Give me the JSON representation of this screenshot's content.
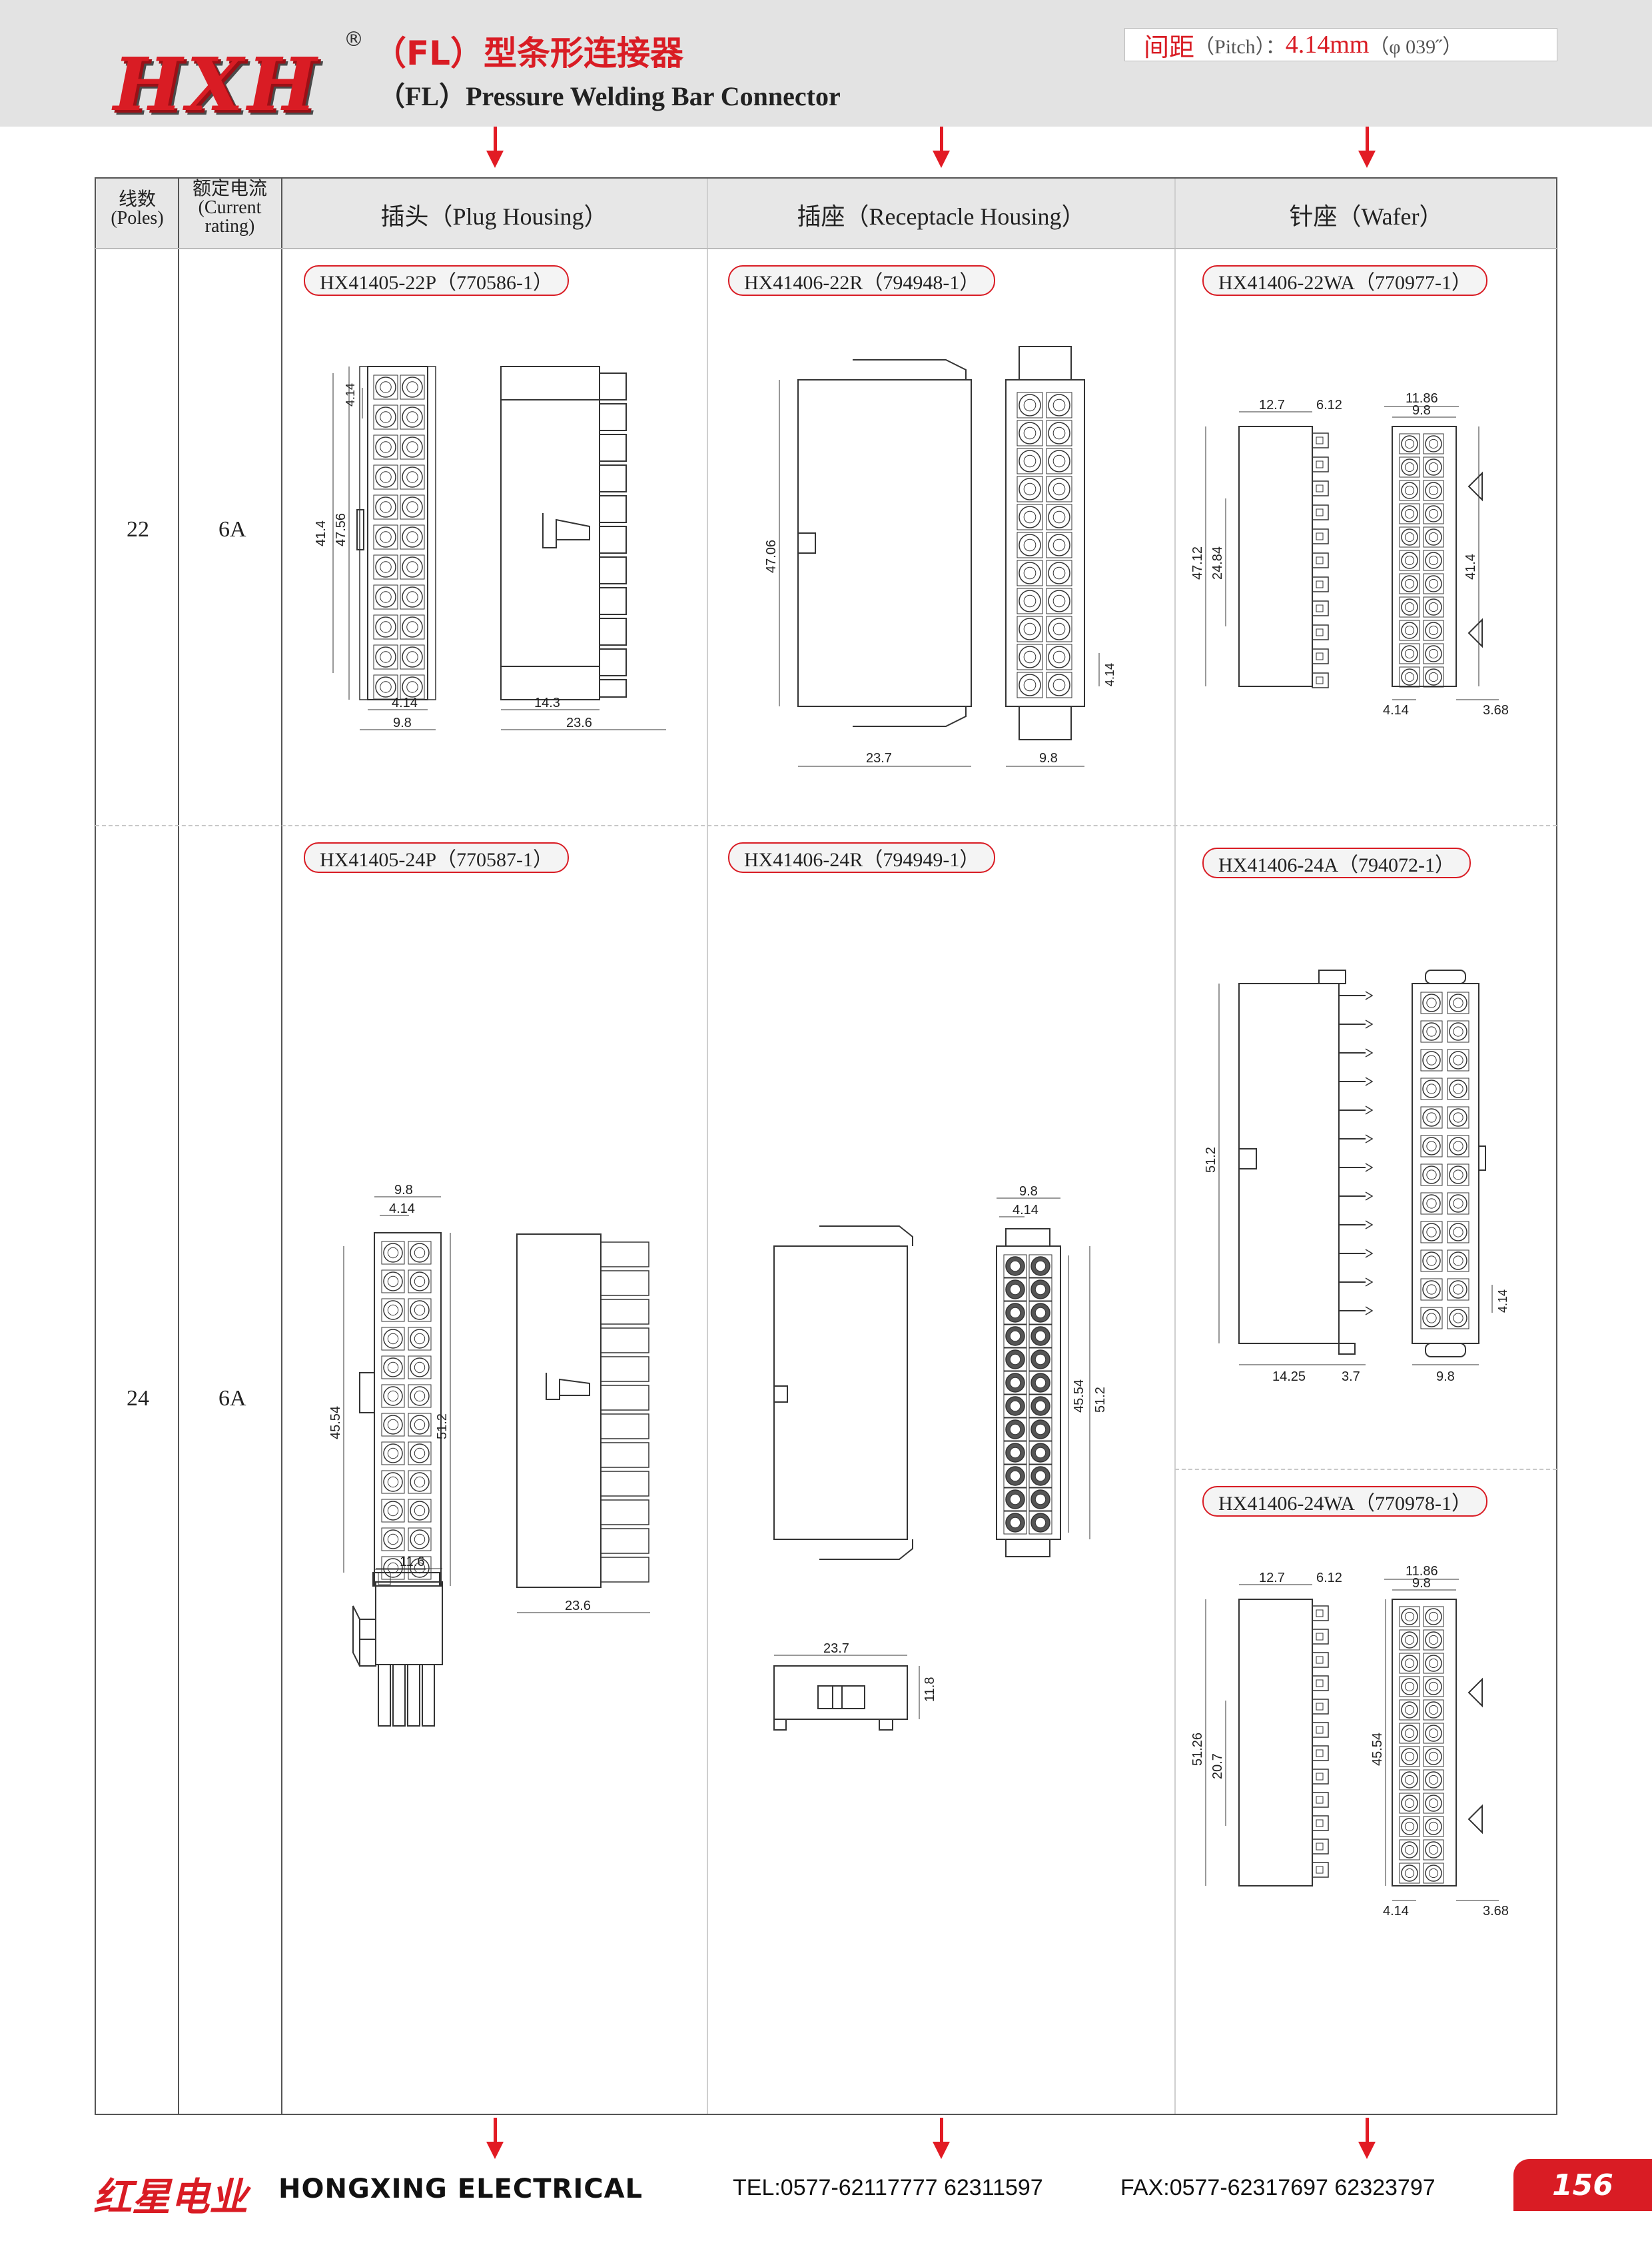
{
  "header": {
    "brand": "HXH",
    "registered": "®",
    "title_cn": "（FL）型条形连接器",
    "title_en": "（FL）Pressure Welding Bar Connector",
    "pitch_label_cn": "间距",
    "pitch_label_en": "（Pitch）：",
    "pitch_value": "4.14mm",
    "pitch_inch": "（φ 039˝）"
  },
  "table": {
    "headers": {
      "poles_cn": "线数",
      "poles_en": "(Poles)",
      "current_cn": "额定电流",
      "current_en_1": "(Current",
      "current_en_2": "rating)",
      "plug": "插头（Plug Housing）",
      "receptacle": "插座（Receptacle Housing）",
      "wafer": "针座（Wafer）"
    },
    "rows": [
      {
        "poles": "22",
        "current": "6A",
        "plug_pn": "HX41405-22P（770586-1）",
        "receptacle_pn": "HX41406-22R（794948-1）",
        "wafer_pn": "HX41406-22WA（770977-1）"
      },
      {
        "poles": "24",
        "current": "6A",
        "plug_pn": "HX41405-24P（770587-1）",
        "receptacle_pn": "HX41406-24R（794949-1）",
        "wafer_pn": "HX41406-24A（794072-1）",
        "wafer_pn_2": "HX41406-24WA（770978-1）"
      }
    ]
  },
  "dims": {
    "p22": {
      "pitch": "4.14",
      "h1": "41.4",
      "h2": "47.56",
      "w1": "4.14",
      "w2": "9.8",
      "s1": "14.3",
      "s2": "23.6"
    },
    "r22": {
      "h": "47.06",
      "w1": "23.7",
      "w2": "9.8",
      "p": "4.14"
    },
    "w22": {
      "a": "12.7",
      "b": "6.12",
      "c": "11.86",
      "d": "9.8",
      "h1": "47.12",
      "h2": "24.84",
      "h3": "41.4",
      "e": "4.14",
      "f": "3.68"
    },
    "p24": {
      "w2": "9.8",
      "w1": "4.14",
      "h1": "45.54",
      "h2": "51.2",
      "s2": "23.6",
      "bot": "11.6"
    },
    "r24": {
      "w2": "9.8",
      "w1": "4.14",
      "h1": "45.54",
      "h2": "51.2",
      "bw": "23.7",
      "bh": "11.8"
    },
    "a24": {
      "h": "51.2",
      "a": "14.25",
      "b": "3.7",
      "c": "9.8",
      "p": "4.14"
    },
    "w24": {
      "a": "12.7",
      "b": "6.12",
      "c": "11.86",
      "d": "9.8",
      "h1": "51.26",
      "h2": "20.7",
      "h3": "45.54",
      "e": "4.14",
      "f": "3.68"
    }
  },
  "footer": {
    "company_cn": "红星电业",
    "company_en": "HONGXING ELECTRICAL",
    "tel": "TEL:0577-62117777   62311597",
    "fax": "FAX:0577-62317697   62323797",
    "page": "156"
  },
  "colors": {
    "brand_red": "#d91c24",
    "header_bg": "#e3e3e3",
    "arrow": "#e21b24"
  }
}
